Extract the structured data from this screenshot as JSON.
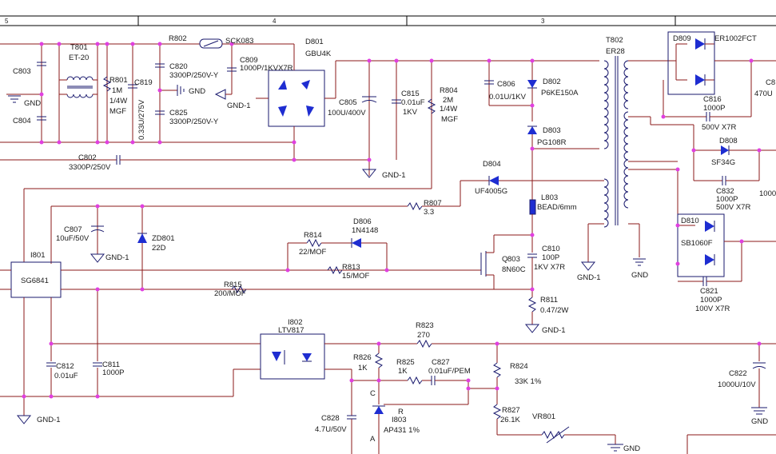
{
  "border": {
    "zones": [
      "5",
      "4",
      "3"
    ]
  },
  "labels": {
    "T801": "T801",
    "ET20": "ET-20",
    "C803": "C803",
    "C804": "C804",
    "GND_L": "GND",
    "R801": "R801",
    "R801v": "1M",
    "R801w": "1/4W",
    "R801m": "MGF",
    "C819": "C819",
    "C819v": "0.33U/275V",
    "R802": "R802",
    "SCK083": "SCK083",
    "C809": "C809",
    "C809v": "1000P/1KVX7R",
    "C820": "C820",
    "C820v": "3300P/250V-Y",
    "C825": "C825",
    "C825v": "3300P/250V-Y",
    "GND_C": "GND",
    "GND1a": "GND-1",
    "D801": "D801",
    "D801v": "GBU4K",
    "C805": "C805",
    "C805v": "100U/400V",
    "C815": "C815",
    "C815v": "0.01uF",
    "C815w": "1KV",
    "R804": "R804",
    "R804v": "2M",
    "R804w": "1/4W",
    "R804m": "MGF",
    "C802": "C802",
    "C802v": "3300P/250V",
    "GND1b": "GND-1",
    "C806": "C806",
    "C806v": "0.01U/1KV",
    "D802": "D802",
    "D802v": "P6KE150A",
    "D803": "D803",
    "D803v": "PG108R",
    "D804": "D804",
    "D804v": "UF4005G",
    "T802": "T802",
    "ER28": "ER28",
    "D809": "D809",
    "D809v": "ER1002FCT",
    "C816": "C816",
    "C816v": "1000P",
    "C816w": "500V X7R",
    "D808": "D808",
    "D808v": "SF34G",
    "C832": "C832",
    "C832v": "1000P",
    "C832w": "500V X7R",
    "C8x": "C8",
    "C8xv": "470U",
    "val1000": "1000",
    "D810": "D810",
    "D810v": "SB1060F",
    "C821": "C821",
    "C821v": "1000P",
    "C821w": "100V X7R",
    "C807": "C807",
    "C807v": "10uF/50V",
    "ZD801": "ZD801",
    "ZD801v": "22D",
    "GND1c": "GND-1",
    "R807": "R807",
    "R807v": "3.3",
    "L803": "L803",
    "L803v": "BEAD/6mm",
    "R814": "R814",
    "R814v": "22/MOF",
    "D806": "D806",
    "D806v": "1N4148",
    "R813": "R813",
    "R813v": "15/MOF",
    "I801": "I801",
    "SG6841": "SG6841",
    "R815": "R815",
    "R815v": "200/MOF",
    "Q803a": "Q",
    "Q803b": "803",
    "Q803v": "8N60C",
    "C810": "C810",
    "C810v": "100P",
    "C810w": "1KV X7R",
    "R811": "R811",
    "R811v": "0.47/2W",
    "GND1d": "GND-1",
    "GND_T": "GND",
    "I802": "I802",
    "LTV817": "LTV817",
    "R823": "R823",
    "R823v": "270",
    "C812": "C812",
    "C812v": "0.01uF",
    "C811": "C811",
    "C811v": "1000P",
    "GND1e": "GND-1",
    "R826": "R826",
    "R826v": "1K",
    "R825": "R825",
    "R825v": "1K",
    "C827": "C827",
    "C827v": "0.01uF/PEM",
    "R824": "R824",
    "R824v": "33K 1%",
    "C822": "C822",
    "C822v": "1000U/10V",
    "GND_R": "GND",
    "C828": "C828",
    "C828v": "4.7U/50V",
    "I803": "I803",
    "AP431": "AP431 1%",
    "R827": "R827",
    "R827v": "26.1K",
    "VR801": "VR801",
    "GND_B": "GND",
    "pinC": "C",
    "pinR": "R",
    "pinA": "A"
  }
}
